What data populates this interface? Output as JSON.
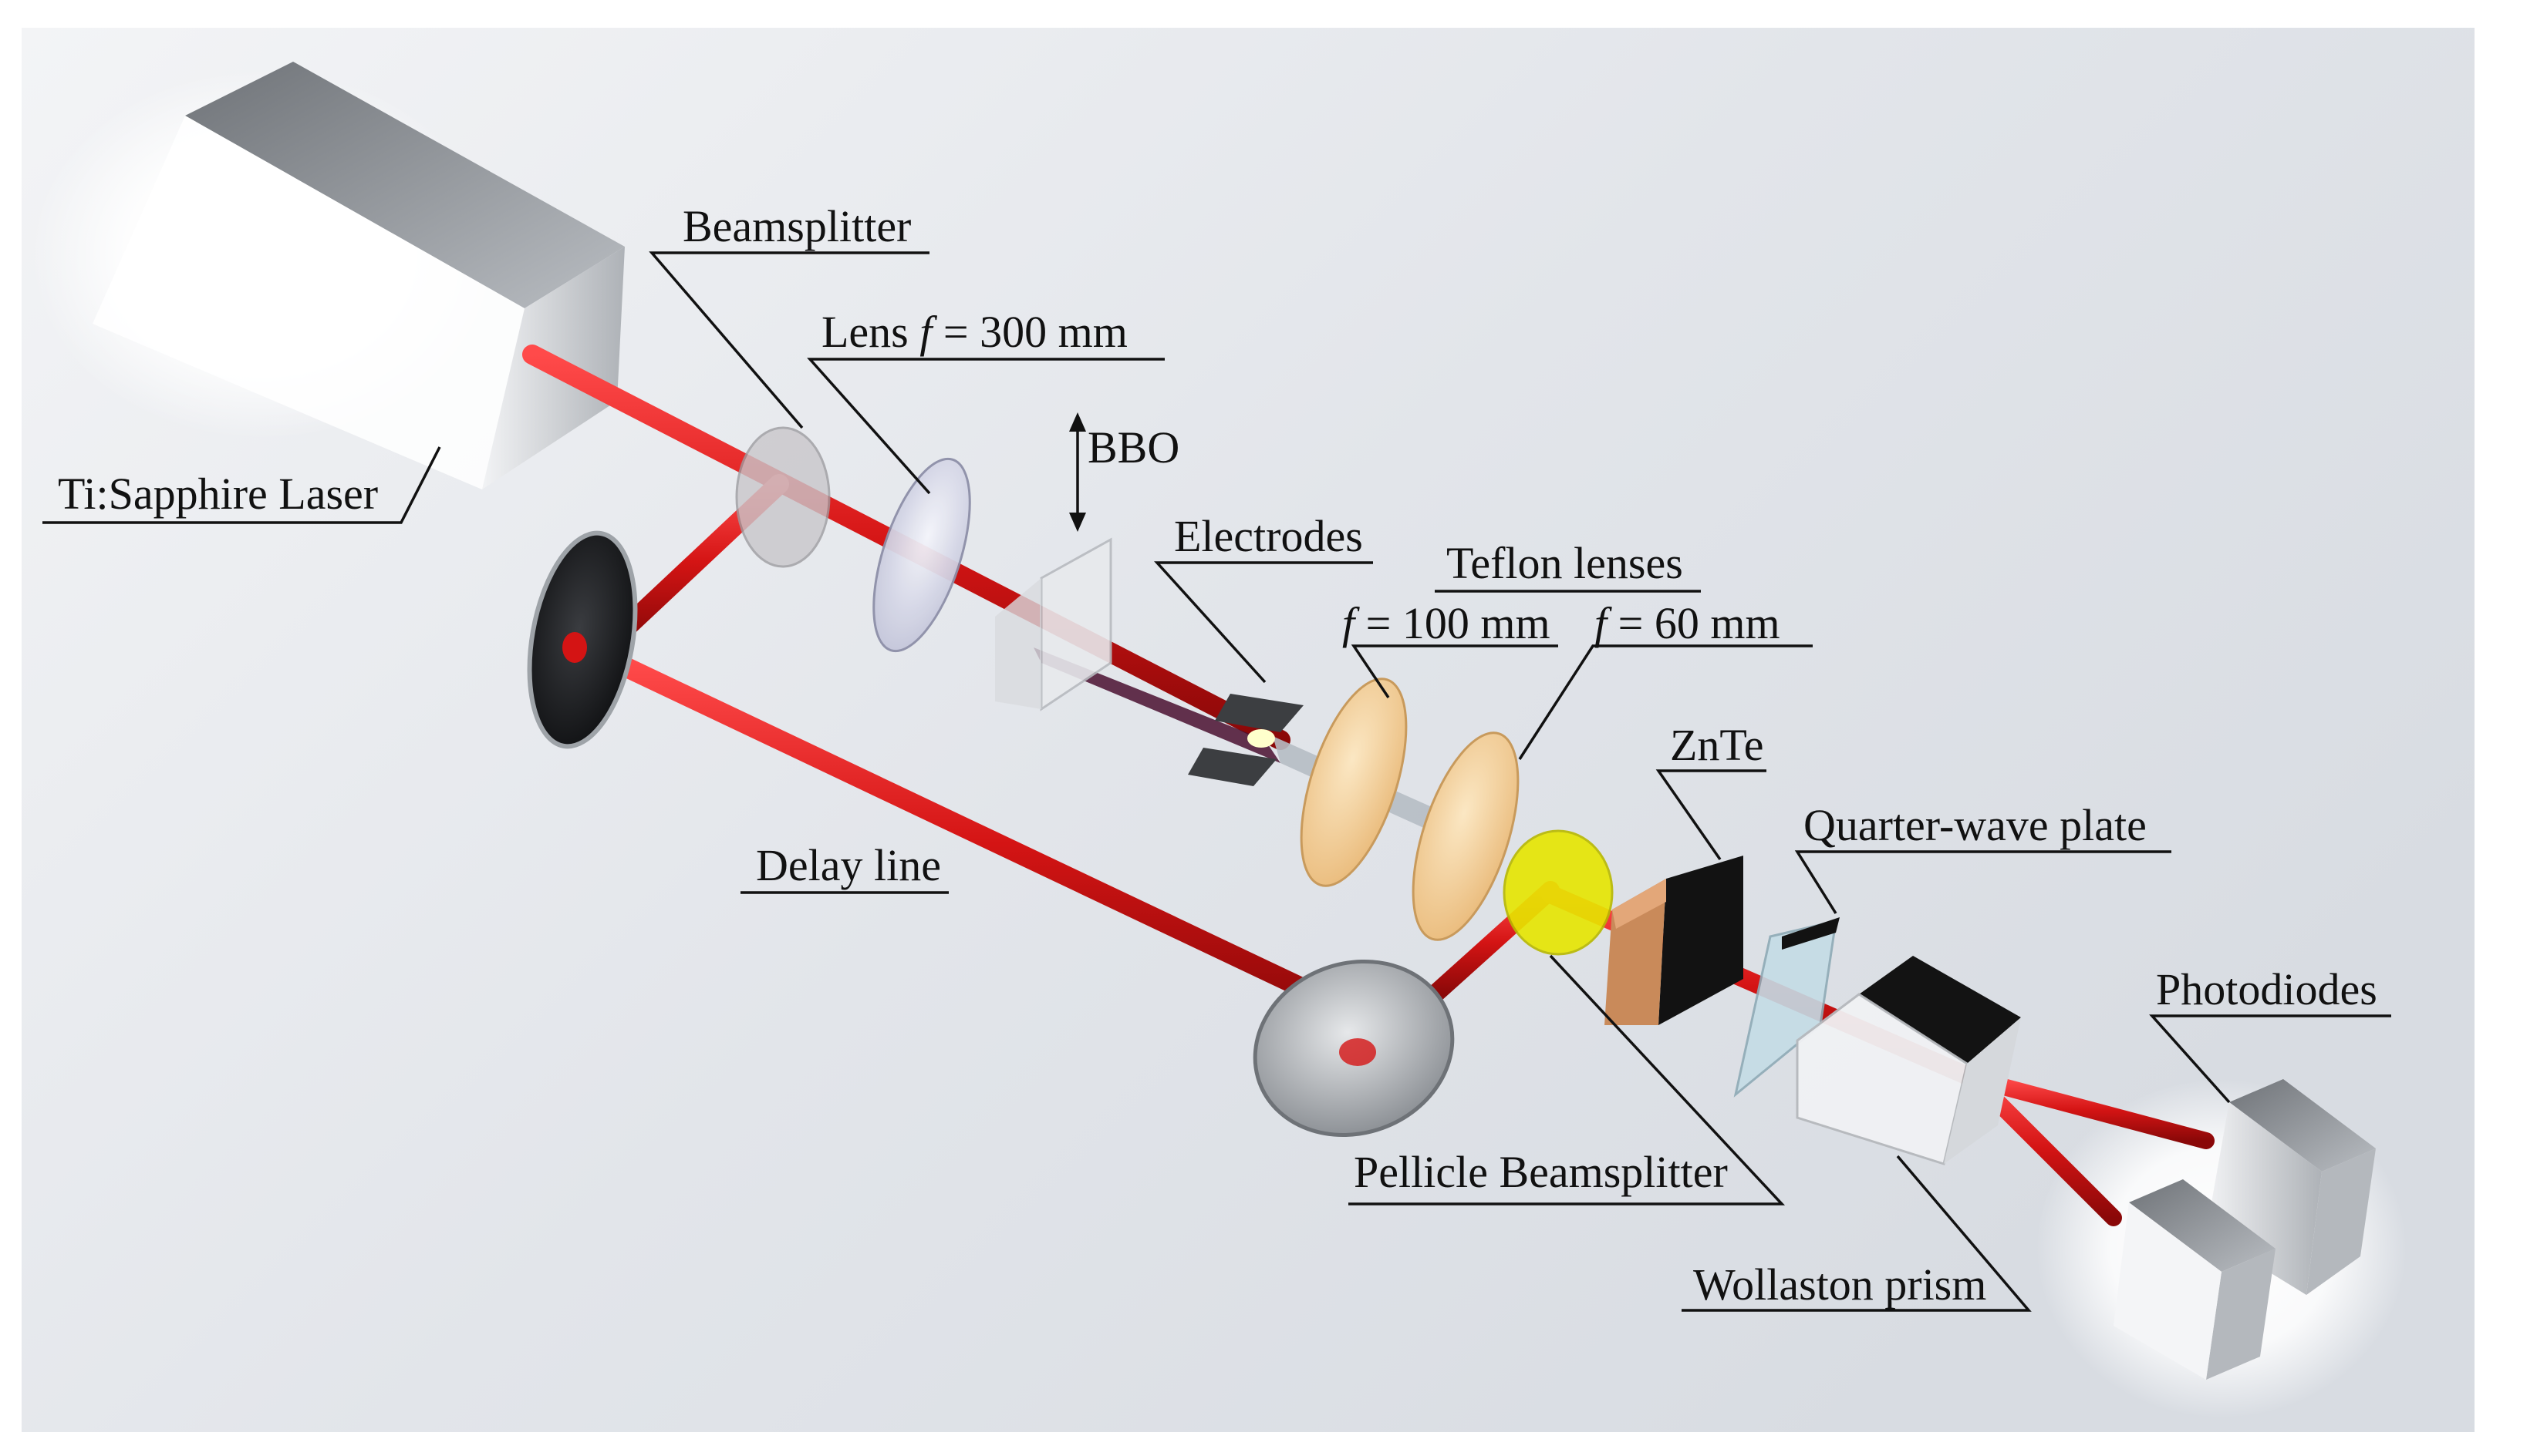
{
  "labels": {
    "laser": "Ti:Sapphire Laser",
    "beamsplitter": "Beamsplitter",
    "lens_prefix": "Lens ",
    "lens_f": "f",
    "lens_value": " = 300 mm",
    "bbo": "BBO",
    "electrodes": "Electrodes",
    "teflon": "Teflon lenses",
    "f100_f": "f",
    "f100_value": " = 100 mm",
    "f60_f": "f",
    "f60_value": " = 60 mm",
    "znte": "ZnTe",
    "qwp": "Quarter-wave plate",
    "photodiodes": "Photodiodes",
    "delay": "Delay line",
    "pellicle": "Pellicle Beamsplitter",
    "wollaston": "Wollaston prism"
  },
  "colors": {
    "beam": "#d41414",
    "teflon": "#f2cf9a",
    "pellicle": "#e6e600",
    "znte": "#c98a5a",
    "metal": "#9ea3a8"
  }
}
